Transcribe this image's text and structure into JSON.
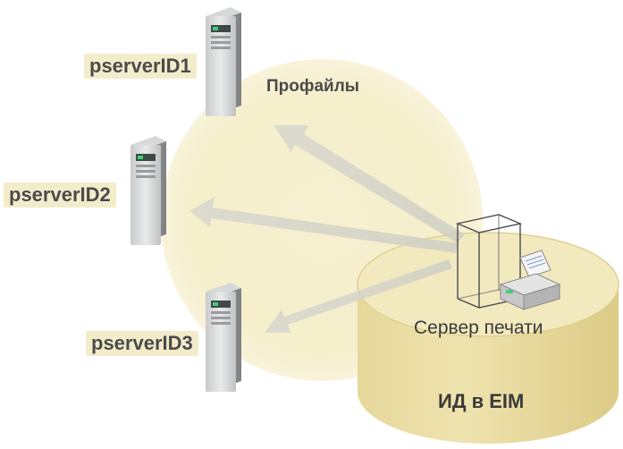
{
  "servers": [
    {
      "label": "pserverID1"
    },
    {
      "label": "pserverID2"
    },
    {
      "label": "pserverID3"
    }
  ],
  "profiles_label": "Профайлы",
  "print_server_label": "Сервер печати",
  "eim_label": "ИД в EIM",
  "colors": {
    "profile_circle": "#f6efcf",
    "database": "#e9dc9f",
    "database_top": "#f1e8bc",
    "arrow": "#d3d3c8",
    "label_bg": "#f3eccb",
    "text": "#4b4b4b"
  }
}
